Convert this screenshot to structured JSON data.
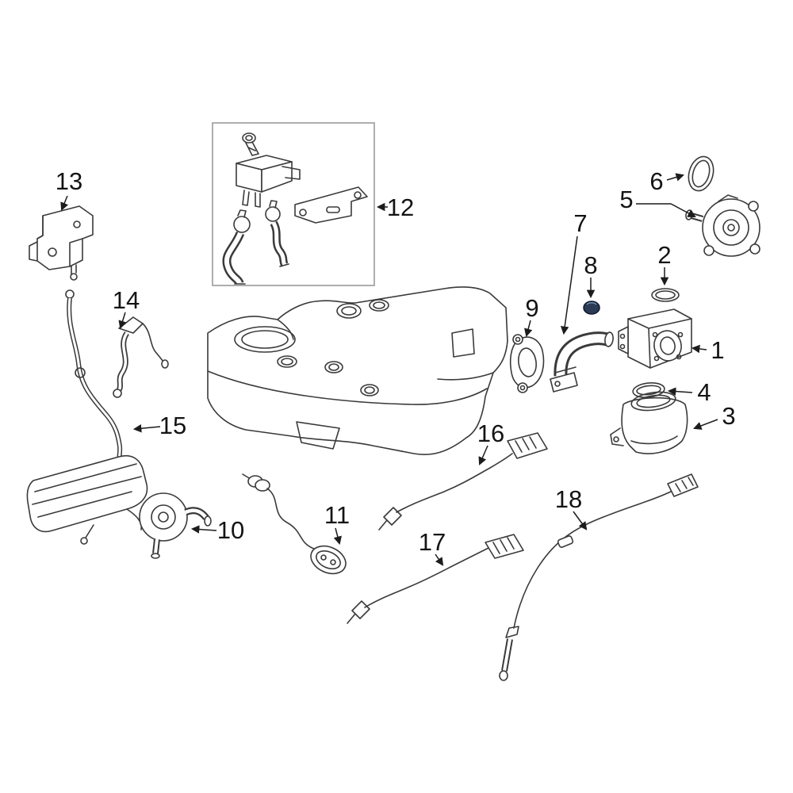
{
  "diagram": {
    "background": "#ffffff",
    "line_color": "#3a3a3a",
    "box_border_color": "#9a9a9a",
    "colors": {
      "part8_cap": "#2b3a55",
      "label_text": "#141414"
    },
    "callouts": {
      "c1": "1",
      "c2": "2",
      "c3": "3",
      "c4": "4",
      "c5": "5",
      "c6": "6",
      "c7": "7",
      "c8": "8",
      "c9": "9",
      "c10": "10",
      "c11": "11",
      "c12": "12",
      "c13": "13",
      "c14": "14",
      "c15": "15",
      "c16": "16",
      "c17": "17",
      "c18": "18"
    }
  }
}
